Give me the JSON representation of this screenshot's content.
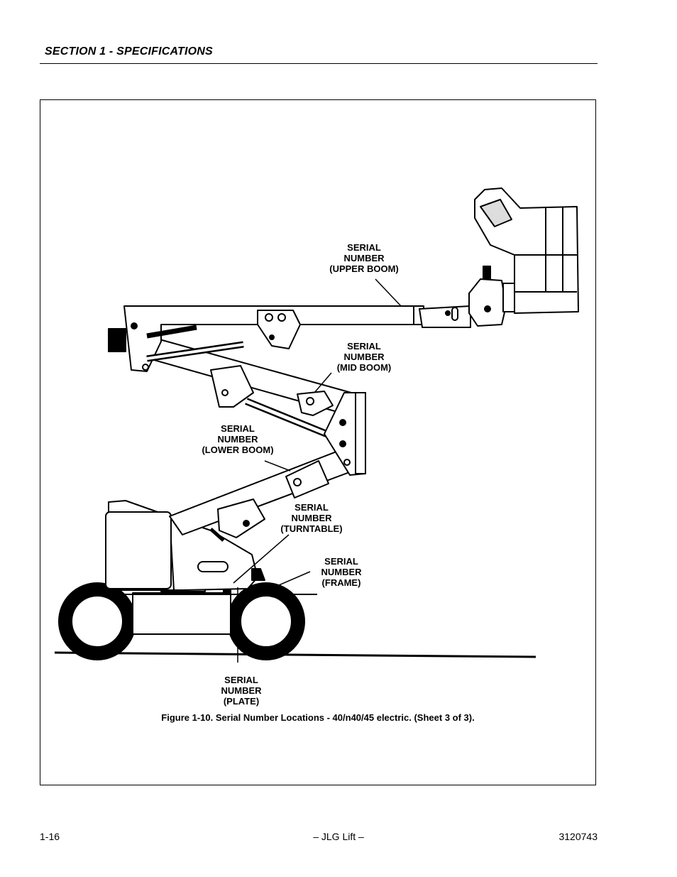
{
  "header": {
    "section_title": "SECTION 1 - SPECIFICATIONS"
  },
  "figure": {
    "caption": "Figure 1-10.  Serial Number Locations - 40/n40/45 electric. (Sheet 3 of 3).",
    "callouts": {
      "upper_boom": [
        "SERIAL",
        "NUMBER",
        "(UPPER BOOM)"
      ],
      "mid_boom": [
        "SERIAL",
        "NUMBER",
        "(MID BOOM)"
      ],
      "lower_boom": [
        "SERIAL",
        "NUMBER",
        "(LOWER BOOM)"
      ],
      "turntable": [
        "SERIAL",
        "NUMBER",
        "(TURNTABLE)"
      ],
      "frame": [
        "SERIAL",
        "NUMBER",
        "(FRAME)"
      ],
      "plate": [
        "SERIAL",
        "NUMBER",
        "(PLATE)"
      ]
    }
  },
  "footer": {
    "page_number": "1-16",
    "publisher": "– JLG Lift –",
    "document_number": "3120743"
  }
}
